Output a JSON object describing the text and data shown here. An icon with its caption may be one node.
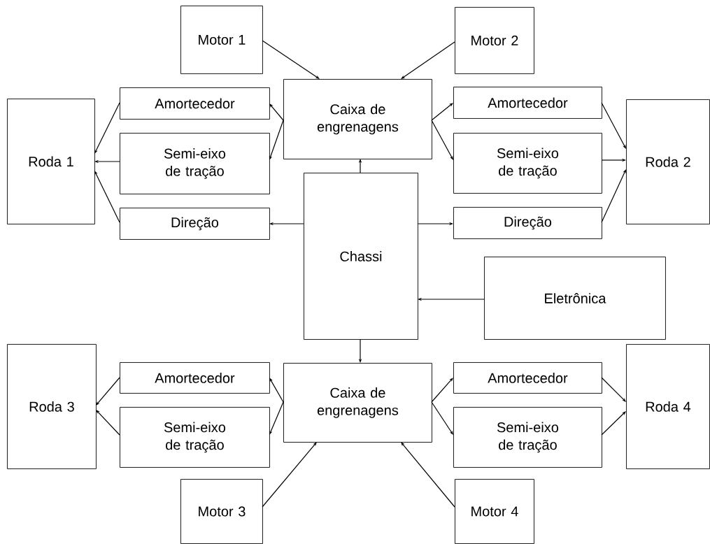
{
  "diagram": {
    "nodes": [
      {
        "text": [
          "Motor 1"
        ]
      },
      {
        "text": [
          "Motor 2"
        ]
      },
      {
        "text": [
          "Amortecedor"
        ]
      },
      {
        "text": [
          "Caixa de engrenagens"
        ]
      },
      {
        "text": [
          "Amortecedor"
        ]
      },
      {
        "text": [
          "Roda 1"
        ]
      },
      {
        "text": [
          "Semi-eixo de tração"
        ]
      },
      {
        "text": [
          "Roda 2"
        ]
      },
      {
        "text": [
          "Semi-eixo de tração"
        ]
      },
      {
        "text": [
          "Direção"
        ]
      },
      {
        "text": [
          "Chassi"
        ]
      },
      {
        "text": [
          "Direção"
        ]
      },
      {
        "text": [
          "Eletrônica"
        ]
      },
      {
        "text": [
          "Roda 3"
        ]
      },
      {
        "text": [
          "Amortecedor"
        ]
      },
      {
        "text": [
          "Caixa de engrenagens"
        ]
      },
      {
        "text": [
          "Amortecedor"
        ]
      },
      {
        "text": [
          "Roda 4"
        ]
      },
      {
        "text": [
          "Semi-eixo de tração"
        ]
      },
      {
        "text": [
          "Semi-eixo de tração"
        ]
      },
      {
        "text": [
          "Motor 3"
        ]
      },
      {
        "text": [
          "Motor 4"
        ]
      }
    ],
    "edges": [
      {
        "from": 0,
        "to": 3,
        "arrow": "to"
      },
      {
        "from": 1,
        "to": 3,
        "arrow": "to"
      },
      {
        "from": 3,
        "to": 2,
        "arrow": "to"
      },
      {
        "from": 3,
        "to": 6,
        "arrow": "to"
      },
      {
        "from": 3,
        "to": 4,
        "arrow": "to"
      },
      {
        "from": 3,
        "to": 8,
        "arrow": "to"
      },
      {
        "from": 2,
        "to": 5,
        "arrow": "to"
      },
      {
        "from": 6,
        "to": 5,
        "arrow": "to"
      },
      {
        "from": 9,
        "to": 5,
        "arrow": "to"
      },
      {
        "from": 4,
        "to": 7,
        "arrow": "to"
      },
      {
        "from": 8,
        "to": 7,
        "arrow": "to"
      },
      {
        "from": 11,
        "to": 7,
        "arrow": "to"
      },
      {
        "from": 10,
        "to": 3,
        "arrow": "to"
      },
      {
        "from": 10,
        "to": 9,
        "arrow": "to"
      },
      {
        "from": 10,
        "to": 11,
        "arrow": "to"
      },
      {
        "from": 12,
        "to": 10,
        "arrow": "to"
      },
      {
        "from": 10,
        "to": 15,
        "arrow": "to"
      },
      {
        "from": 15,
        "to": 14,
        "arrow": "to"
      },
      {
        "from": 15,
        "to": 18,
        "arrow": "to"
      },
      {
        "from": 15,
        "to": 16,
        "arrow": "to"
      },
      {
        "from": 15,
        "to": 19,
        "arrow": "to"
      },
      {
        "from": 14,
        "to": 13,
        "arrow": "to"
      },
      {
        "from": 18,
        "to": 13,
        "arrow": "to"
      },
      {
        "from": 16,
        "to": 17,
        "arrow": "to"
      },
      {
        "from": 19,
        "to": 17,
        "arrow": "to"
      },
      {
        "from": 20,
        "to": 15,
        "arrow": "to"
      },
      {
        "from": 21,
        "to": 15,
        "arrow": "to"
      }
    ]
  }
}
